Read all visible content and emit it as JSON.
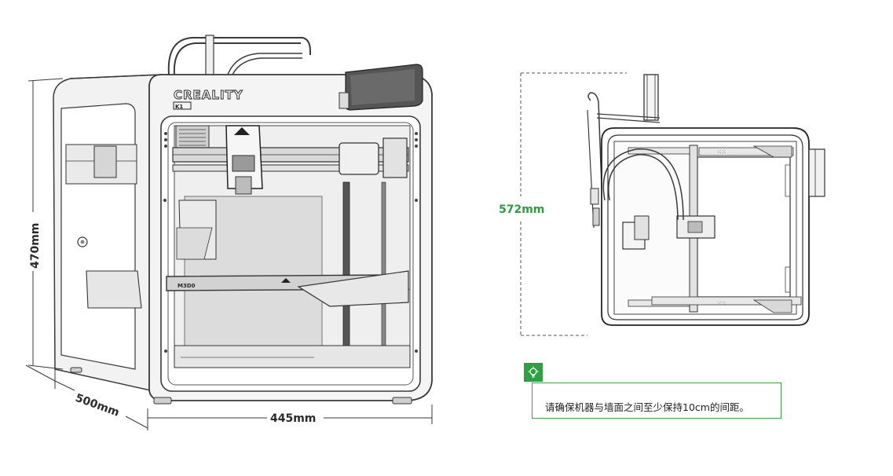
{
  "brand": {
    "logo": "CREALITY",
    "model": "K1"
  },
  "front_view": {
    "height_label": "470mm",
    "depth_label": "500mm",
    "width_label": "445mm",
    "bed_label": "M3D0"
  },
  "top_view": {
    "total_width_label": "572mm"
  },
  "tip": {
    "icon": "lightbulb-icon",
    "text": "请确保机器与墙面之间至少保持10cm的间距。"
  },
  "colors": {
    "accent_green": "#2e9c3f",
    "line": "#3a3a3a"
  }
}
